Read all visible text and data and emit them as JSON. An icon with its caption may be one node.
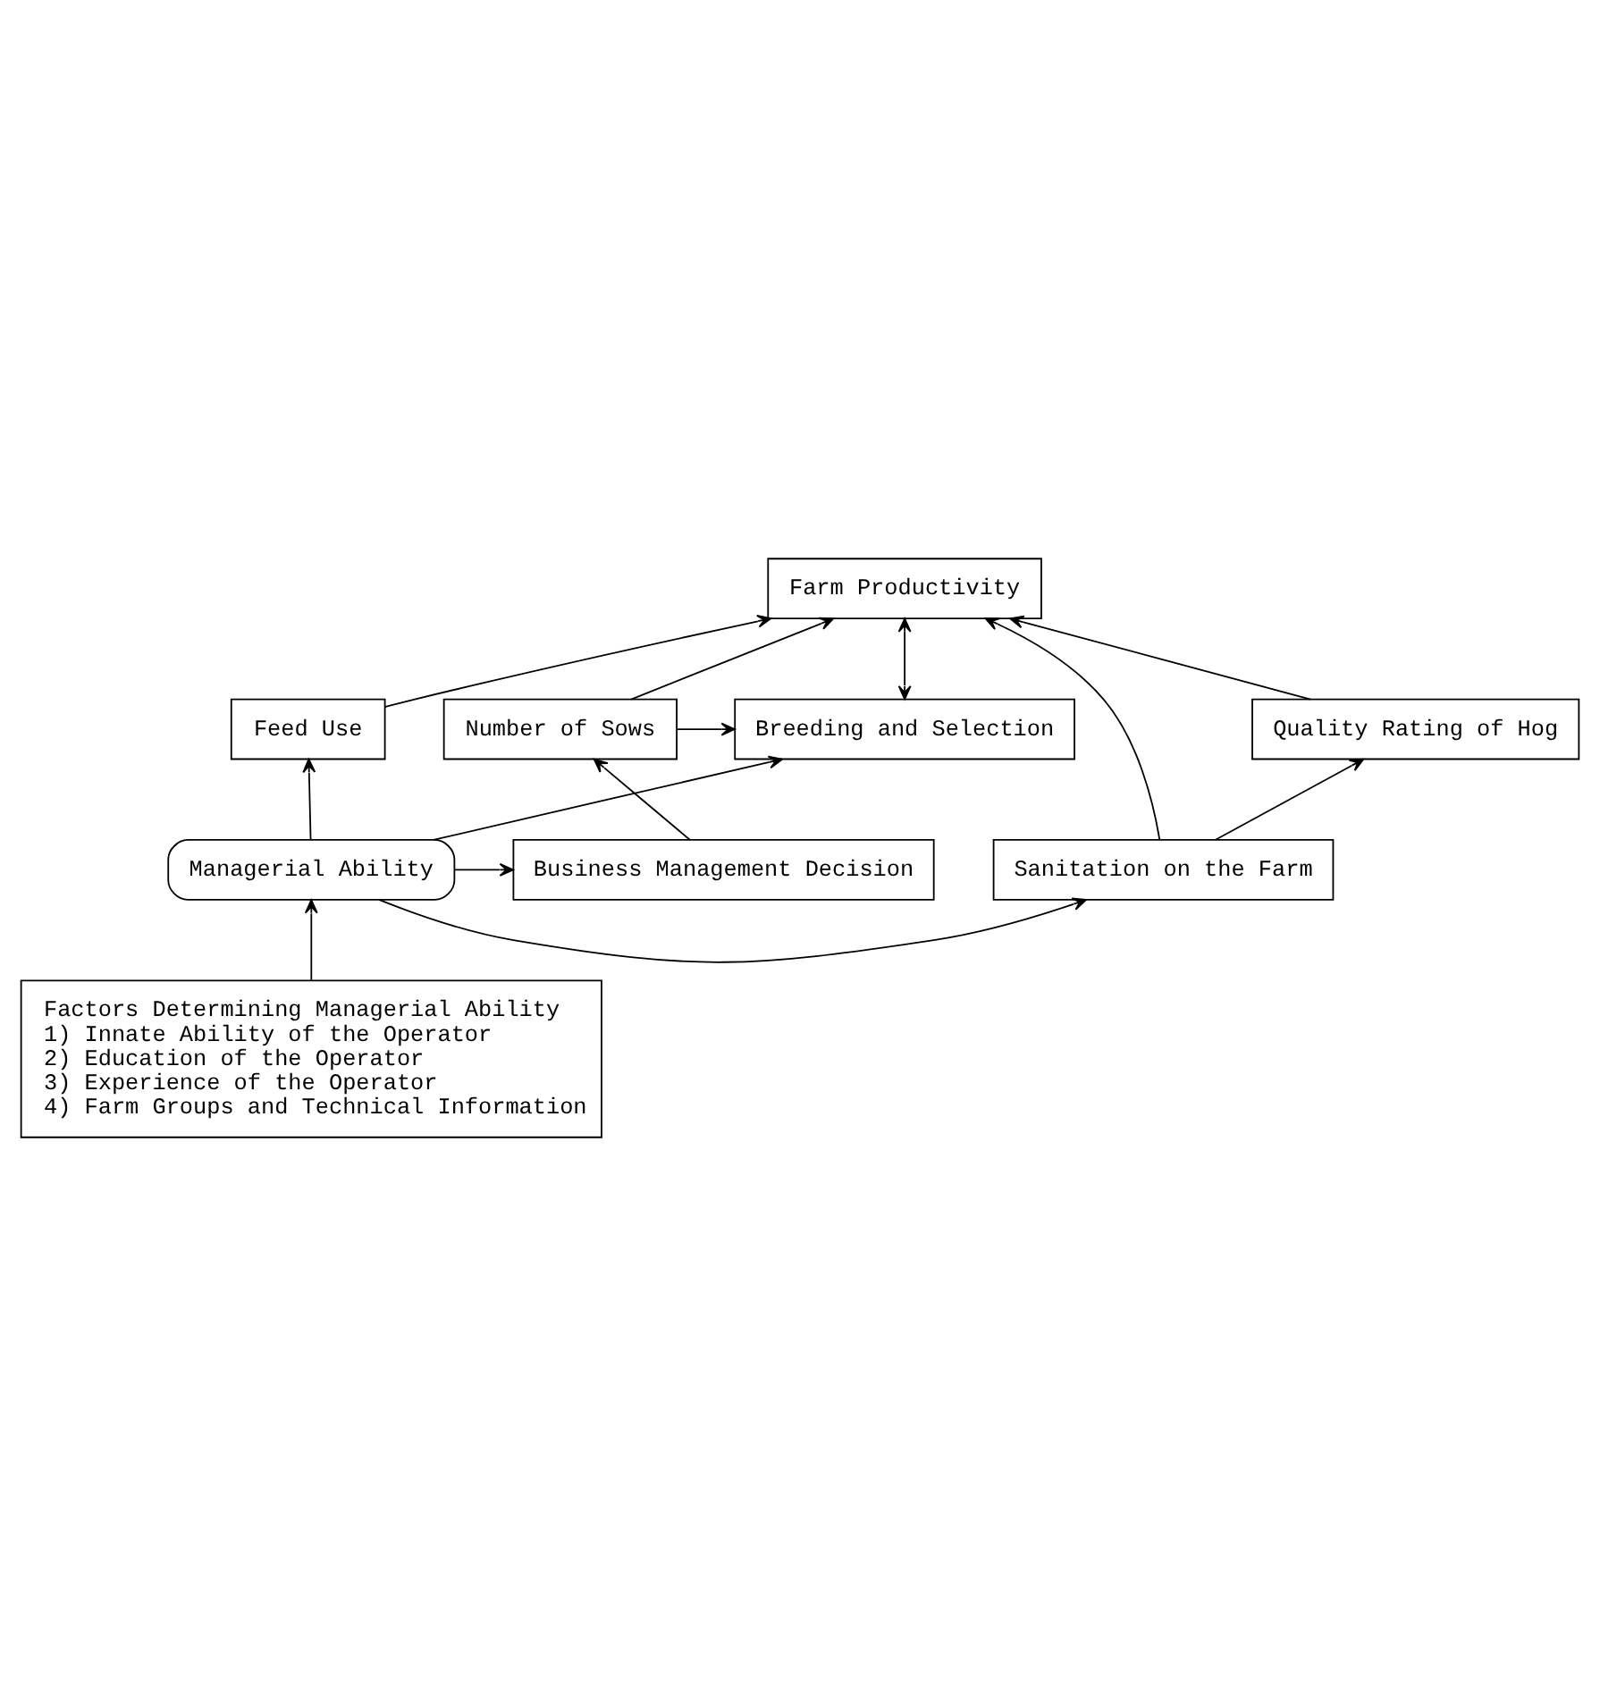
{
  "diagram": {
    "nodes": [
      {
        "text": [
          "Farm Productivity"
        ]
      },
      {
        "text": [
          "Quality Rating of Hog"
        ]
      },
      {
        "text": [
          "Number of Sows"
        ]
      },
      {
        "text": [
          "Feed Use"
        ]
      },
      {
        "text": [
          "Breeding and Selection"
        ]
      },
      {
        "text": [
          "Sanitation on the Farm"
        ]
      },
      {
        "text": [
          "Managerial Ability"
        ]
      },
      {
        "text": [
          "Business Management Decision"
        ]
      },
      {
        "text": [
          "Factors Determining Managerial Ability",
          "1) Innate Ability of the Operator",
          "2) Education of the Operator",
          "3) Experience of the Operator",
          "4) Farm Groups and Technical Information"
        ]
      }
    ],
    "edges": [
      {
        "from": 1,
        "to": 0,
        "arrow": "to"
      },
      {
        "from": 5,
        "to": 0,
        "arrow": "to"
      },
      {
        "from": 3,
        "to": 0,
        "arrow": "to"
      },
      {
        "from": 4,
        "to": 0,
        "arrow": "both"
      },
      {
        "from": 2,
        "to": 0,
        "arrow": "to"
      },
      {
        "from": 2,
        "to": 4,
        "arrow": "to"
      },
      {
        "from": 5,
        "to": 1,
        "arrow": "to"
      },
      {
        "from": 6,
        "to": 3,
        "arrow": "to"
      },
      {
        "from": 6,
        "to": 4,
        "arrow": "to"
      },
      {
        "from": 6,
        "to": 5,
        "arrow": "to"
      },
      {
        "from": 6,
        "to": 7,
        "arrow": "to"
      },
      {
        "from": 7,
        "to": 2,
        "arrow": "to"
      },
      {
        "from": 8,
        "to": 6,
        "arrow": "to"
      }
    ]
  }
}
